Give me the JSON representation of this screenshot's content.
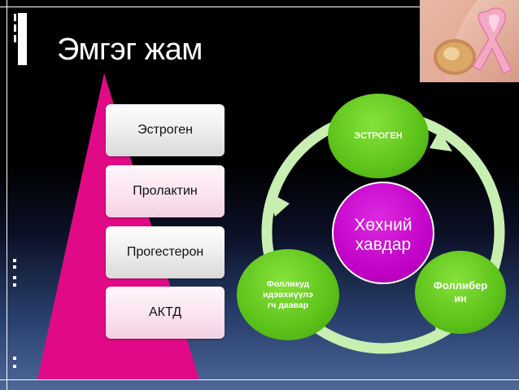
{
  "slide": {
    "title": "Эмгэг жам"
  },
  "pyramid": {
    "stages": [
      {
        "label": "Эстроген"
      },
      {
        "label": "Пролактин"
      },
      {
        "label": "Прогестерон"
      },
      {
        "label": "АКТД"
      }
    ]
  },
  "cycle": {
    "center": {
      "line1": "Хөхний",
      "line2": "хавдар"
    },
    "nodes": [
      {
        "line1": "ЭСТРОГЕН",
        "line2": "",
        "line3": ""
      },
      {
        "line1": "Фоллибер",
        "line2": "ин",
        "line3": ""
      },
      {
        "line1": "Фолликуд",
        "line2": "идэвхиүүлэ",
        "line3": "гч даавар"
      }
    ]
  },
  "colors": {
    "background": "#000000",
    "pyramid_fill": "#e10a86",
    "center_node": "#c000c6",
    "outer_nodes": "#5cc21a",
    "cycle_ring": "#c9eeb1",
    "frame_line": "#ffffff"
  },
  "image": {
    "subject": "pink-ribbon-photo"
  }
}
